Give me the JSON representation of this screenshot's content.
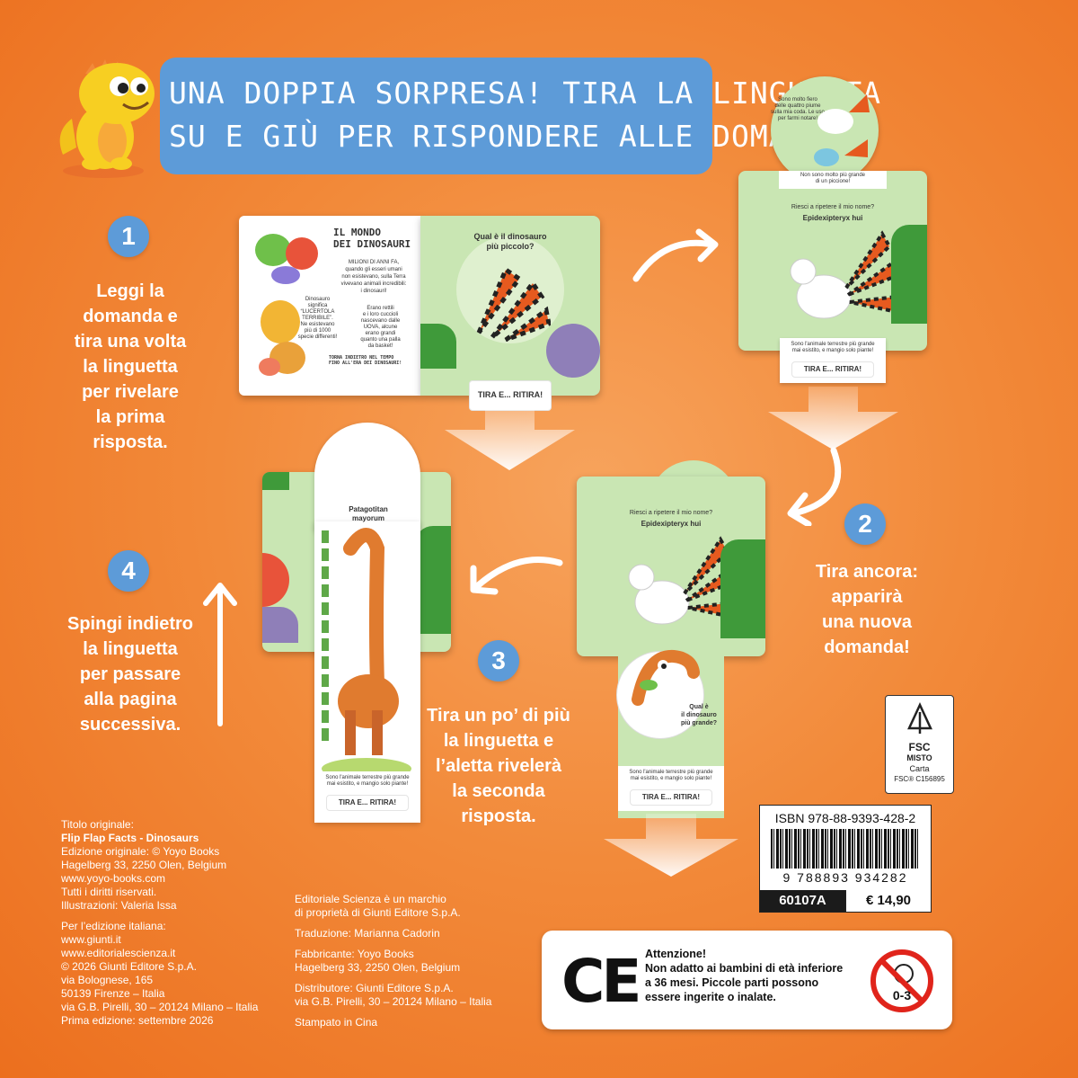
{
  "banner": {
    "line1": "UNA DOPPIA SORPRESA! TIRA LA LINGUETTA",
    "line2": "SU E GIÙ PER RISPONDERE ALLE DOMANDE"
  },
  "steps": [
    {
      "number": "1",
      "lines": [
        "Leggi la",
        "domanda e",
        "tira una volta",
        "la linguetta",
        "per rivelare",
        "la prima",
        "risposta."
      ]
    },
    {
      "number": "2",
      "lines": [
        "Tira ancora:",
        "apparirà",
        "una nuova",
        "domanda!"
      ]
    },
    {
      "number": "3",
      "lines": [
        "Tira un po’ di più",
        "la linguetta e",
        "l’aletta rivelerà",
        "la seconda",
        "risposta."
      ]
    },
    {
      "number": "4",
      "lines": [
        "Spingi indietro",
        "la linguetta",
        "per passare",
        "alla pagina",
        "successiva."
      ]
    }
  ],
  "book": {
    "spread_title": [
      "IL MONDO",
      "DEI DINOSAURI"
    ],
    "spread_text1": [
      "MILIONI DI ANNI FA,",
      "quando gli esseri umani",
      "non esistevano, sulla Terra",
      "vivevano animali incredibili:",
      "i dinosauri!"
    ],
    "spread_text2": [
      "Dinosauro",
      "significa",
      "“LUCERTOLA",
      "TERRIBILE”.",
      "Ne esistevano",
      "più di 1000",
      "specie differenti!"
    ],
    "spread_text3": [
      "Erano rettili",
      "e i loro cuccioli",
      "nascevano dalle",
      "UOVA, alcune",
      "erano grandi",
      "quanto una palla",
      "da basket!"
    ],
    "spread_footer": [
      "TORNA INDIETRO NEL TEMPO",
      "FINO ALL'ERA DEI DINOSAURI!"
    ],
    "q_small": [
      "Qual è il dinosauro",
      "più piccolo?"
    ],
    "q_big": [
      "Qual è",
      "il dinosauro",
      "più grande?"
    ],
    "repeat_name": "Riesci a ripetere il mio nome?",
    "species_small": "Epidexipteryx hui",
    "species_big": [
      "Patagotitan",
      "mayorum"
    ],
    "proud": [
      "Sono molto fiero",
      "delle quattro piume",
      "sulla mia coda. Le uso",
      "per farmi notare!"
    ],
    "pigeon": [
      "Non sono molto più grande",
      "di un piccione!"
    ],
    "biggest": [
      "Sono l'animale terrestre più grande",
      "mai esistito, e mangio solo piante!"
    ],
    "pull": "TIRA E... RITIRA!"
  },
  "credits_left": [
    "Titolo originale:",
    "Flip Flap Facts - Dinosaurs",
    "Edizione originale: © Yoyo Books",
    "Hagelberg 33, 2250 Olen, Belgium",
    "www.yoyo-books.com",
    "Tutti i diritti riservati.",
    "Illustrazioni: Valeria Issa",
    "",
    "Per l’edizione italiana:",
    "www.giunti.it",
    "www.editorialescienza.it",
    "© 2026 Giunti Editore S.p.A.",
    "via Bolognese, 165",
    "50139 Firenze – Italia",
    "via G.B. Pirelli, 30 – 20124 Milano – Italia",
    "Prima edizione: settembre 2026"
  ],
  "credits_mid": [
    "Editoriale Scienza è un marchio",
    "di proprietà di Giunti Editore S.p.A.",
    "",
    "Traduzione: Marianna Cadorin",
    "",
    "Fabbricante: Yoyo Books",
    "Hagelberg 33, 2250 Olen, Belgium",
    "",
    "Distributore: Giunti Editore S.p.A.",
    "via G.B. Pirelli, 30 – 20124 Milano – Italia",
    "",
    "Stampato in Cina"
  ],
  "fsc": {
    "brand": "FSC",
    "label": "MISTO",
    "sub": "Carta",
    "code": "FSC® C156895"
  },
  "barcode": {
    "isbn": "ISBN 978-88-9393-428-2",
    "digits": "9 788893 934282",
    "code": "60107A",
    "price": "€ 14,90"
  },
  "warning": {
    "ce": "CE",
    "lines": [
      "Attenzione!",
      "Non adatto ai bambini di età inferiore",
      "a 36 mesi. Piccole parti possono",
      "essere ingerite o inalate."
    ],
    "age": "0-3"
  },
  "colors": {
    "banner": "#5d9bd8",
    "background": "#f28a3a",
    "card": "#c9e6b3"
  }
}
